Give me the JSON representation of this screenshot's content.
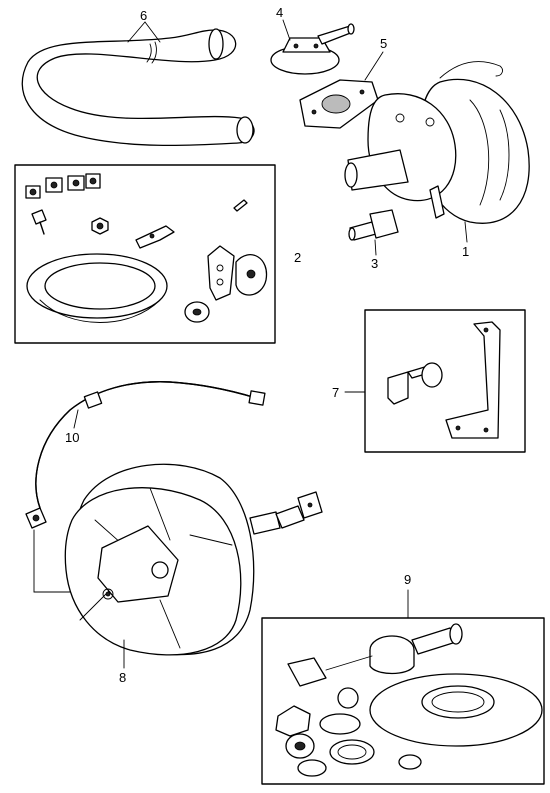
{
  "diagram": {
    "callouts": [
      {
        "id": "c1",
        "label": "1"
      },
      {
        "id": "c2",
        "label": "2"
      },
      {
        "id": "c3",
        "label": "3"
      },
      {
        "id": "c4",
        "label": "4"
      },
      {
        "id": "c5",
        "label": "5"
      },
      {
        "id": "c6",
        "label": "6"
      },
      {
        "id": "c7",
        "label": "7"
      },
      {
        "id": "c8",
        "label": "8"
      },
      {
        "id": "c9",
        "label": "9"
      },
      {
        "id": "c10",
        "label": "10"
      }
    ],
    "colors": {
      "line": "#000000",
      "background": "#ffffff",
      "shade": "#bbbbbb"
    }
  }
}
